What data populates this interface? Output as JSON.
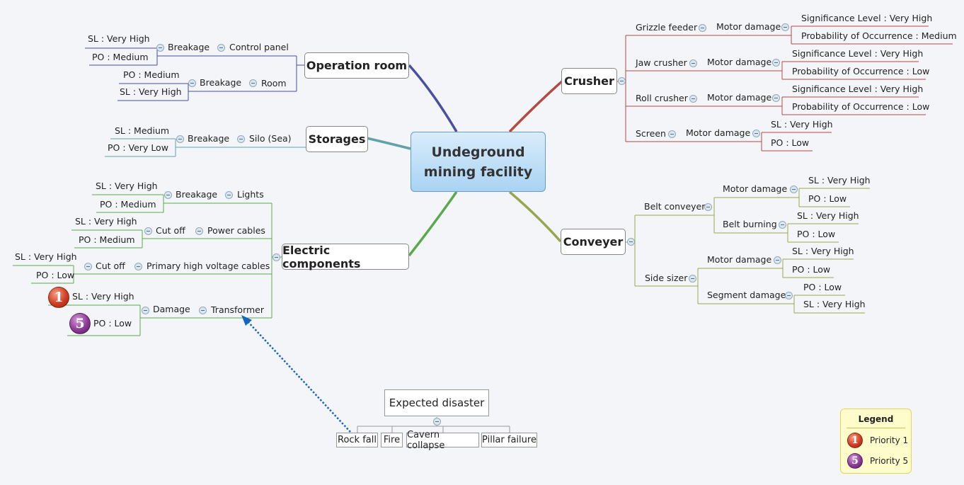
{
  "center": {
    "line1": "Undeground",
    "line2": "mining facility"
  },
  "operation_room": {
    "title": "Operation room",
    "control_panel": {
      "name": "Control panel",
      "event": "Breakage",
      "sl": "SL : Very High",
      "po": "PO : Medium"
    },
    "room": {
      "name": "Room",
      "event": "Breakage",
      "po": "PO : Medium",
      "sl": "SL : Very High"
    }
  },
  "storages": {
    "title": "Storages",
    "silo": {
      "name": "Silo (Sea)",
      "event": "Breakage",
      "sl": "SL : Medium",
      "po": "PO : Very Low"
    }
  },
  "electric": {
    "title": "Electric components",
    "lights": {
      "name": "Lights",
      "event": "Breakage",
      "sl": "SL : Very High",
      "po": "PO : Medium"
    },
    "power_cables": {
      "name": "Power cables",
      "event": "Cut off",
      "sl": "SL : Very High",
      "po": "PO : Medium"
    },
    "primary_cables": {
      "name": "Primary high voltage cables",
      "event": "Cut off",
      "sl": "SL : Very High",
      "po": "PO : Low"
    },
    "transformer": {
      "name": "Transformer",
      "event": "Damage",
      "sl": "SL : Very High",
      "po": "PO : Low",
      "sl_badge": "1",
      "po_badge": "5"
    }
  },
  "crusher": {
    "title": "Crusher",
    "grizzle": {
      "name": "Grizzle feeder",
      "event": "Motor damage",
      "sl": "Significance Level : Very High",
      "po": "Probability of Occurrence : Medium"
    },
    "jaw": {
      "name": "Jaw crusher",
      "event": "Motor damage",
      "sl": "Significance Level : Very High",
      "po": "Probability of Occurrence : Low"
    },
    "roll": {
      "name": "Roll crusher",
      "event": "Motor damage",
      "sl": "Significance Level : Very High",
      "po": "Probability of Occurrence : Low"
    },
    "screen": {
      "name": "Screen",
      "event": "Motor damage",
      "sl": "SL : Very High",
      "po": "PO : Low"
    }
  },
  "conveyer": {
    "title": "Conveyer",
    "belt": {
      "name": "Belt conveyer",
      "motor": {
        "event": "Motor damage",
        "sl": "SL : Very High",
        "po": "PO : Low"
      },
      "burning": {
        "event": "Belt burning",
        "sl": "SL : Very High",
        "po": "PO : Low"
      }
    },
    "side": {
      "name": "Side sizer",
      "motor": {
        "event": "Motor damage",
        "sl": "SL : Very High",
        "po": "PO : Low"
      },
      "segment": {
        "event": "Segment damage",
        "po": "PO : Low",
        "sl": "SL : Very High"
      }
    }
  },
  "disaster": {
    "title": "Expected disaster",
    "items": [
      "Rock fall",
      "Fire",
      "Cavern collapse",
      "Pillar failure"
    ]
  },
  "legend": {
    "title": "Legend",
    "p1_badge": "1",
    "p1_label": "Priority 1",
    "p5_badge": "5",
    "p5_label": "Priority 5"
  },
  "colors": {
    "operation_room": "#4a4f9e",
    "storages": "#5fa3a8",
    "electric": "#5aa94d",
    "crusher": "#b44a46",
    "conveyer": "#9aa64e",
    "arrow": "#1565c0"
  }
}
